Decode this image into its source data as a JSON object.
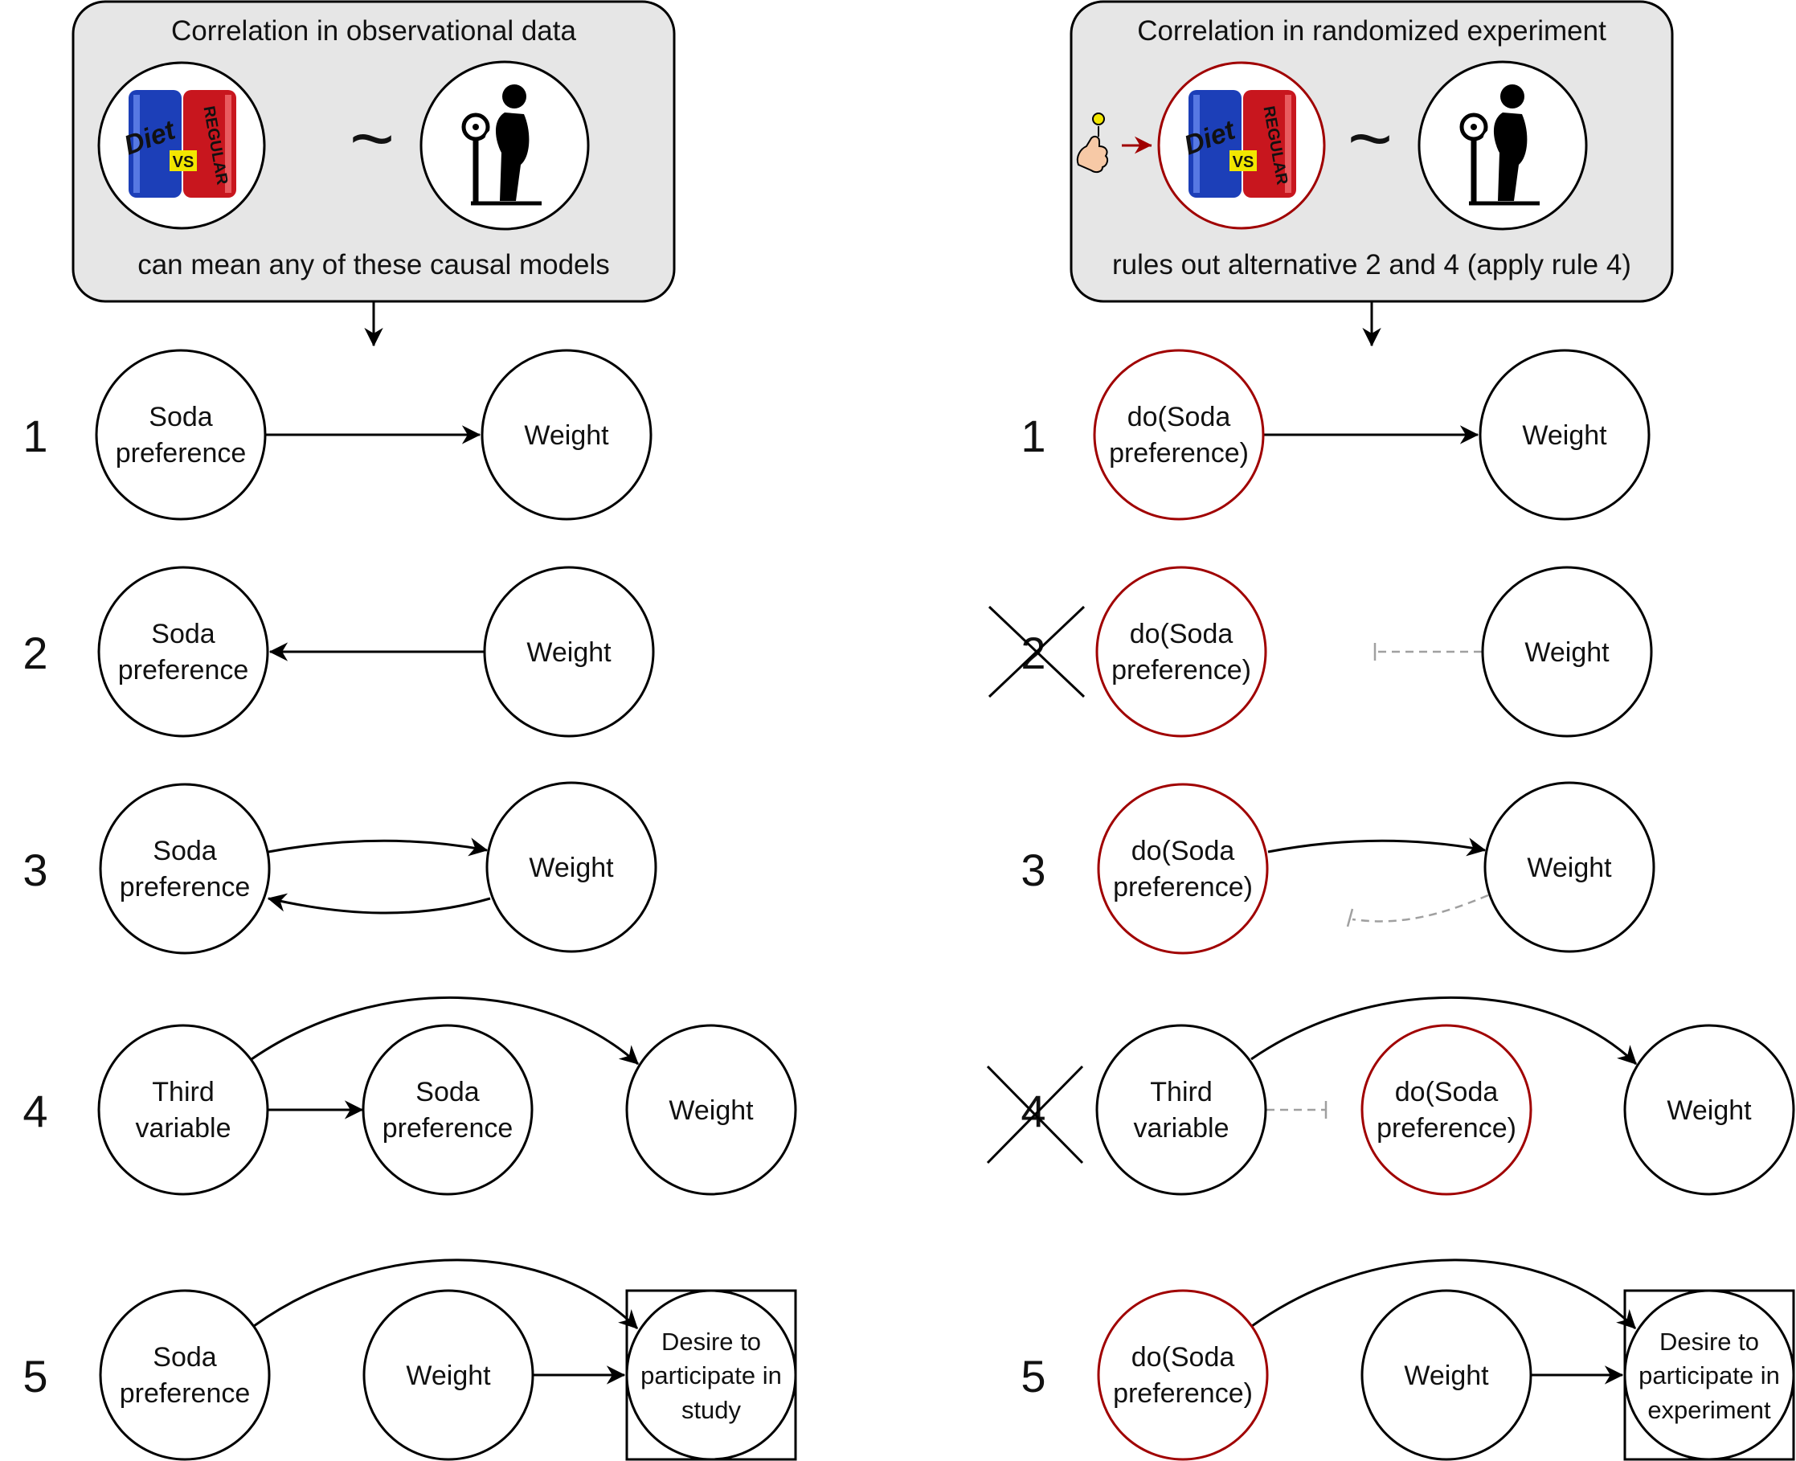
{
  "left_panel": {
    "title": "Correlation in observational data",
    "caption": "can mean any of these causal models",
    "tilde": "~",
    "can_diet": "Diet",
    "can_regular": "REGULAR",
    "can_vs": "VS"
  },
  "right_panel": {
    "title": "Correlation in randomized experiment",
    "caption": "rules out alternative 2 and 4 (apply rule 4)",
    "tilde": "~",
    "can_diet": "Diet",
    "can_regular": "REGULAR",
    "can_vs": "VS"
  },
  "numbers": [
    "1",
    "2",
    "3",
    "4",
    "5"
  ],
  "left_models": {
    "m1": {
      "a1": "Soda",
      "a2": "preference",
      "b": "Weight"
    },
    "m2": {
      "a1": "Soda",
      "a2": "preference",
      "b": "Weight"
    },
    "m3": {
      "a1": "Soda",
      "a2": "preference",
      "b": "Weight"
    },
    "m4": {
      "t1": "Third",
      "t2": "variable",
      "s1": "Soda",
      "s2": "preference",
      "w": "Weight"
    },
    "m5": {
      "s1": "Soda",
      "s2": "preference",
      "w": "Weight",
      "d1": "Desire to",
      "d2": "participate in",
      "d3": "study"
    }
  },
  "right_models": {
    "m1": {
      "a1": "do(Soda",
      "a2": "preference)",
      "b": "Weight"
    },
    "m2": {
      "a1": "do(Soda",
      "a2": "preference)",
      "b": "Weight"
    },
    "m3": {
      "a1": "do(Soda",
      "a2": "preference)",
      "b": "Weight"
    },
    "m4": {
      "t1": "Third",
      "t2": "variable",
      "s1": "do(Soda",
      "s2": "preference)",
      "w": "Weight"
    },
    "m5": {
      "s1": "do(Soda",
      "s2": "preference)",
      "w": "Weight",
      "d1": "Desire to",
      "d2": "participate in",
      "d3": "experiment"
    }
  },
  "colors": {
    "panel_fill": "#e6e6e6",
    "intervention_outline": "#a00000",
    "blocked_edge": "#a0a0a0",
    "can_blue": "#1c3fb8",
    "can_red": "#c8161e",
    "vs_yellow": "#f2e600"
  },
  "icons": [
    "soda-cans-icon",
    "weighing-scale-person-icon",
    "hand-pointing-icon"
  ]
}
